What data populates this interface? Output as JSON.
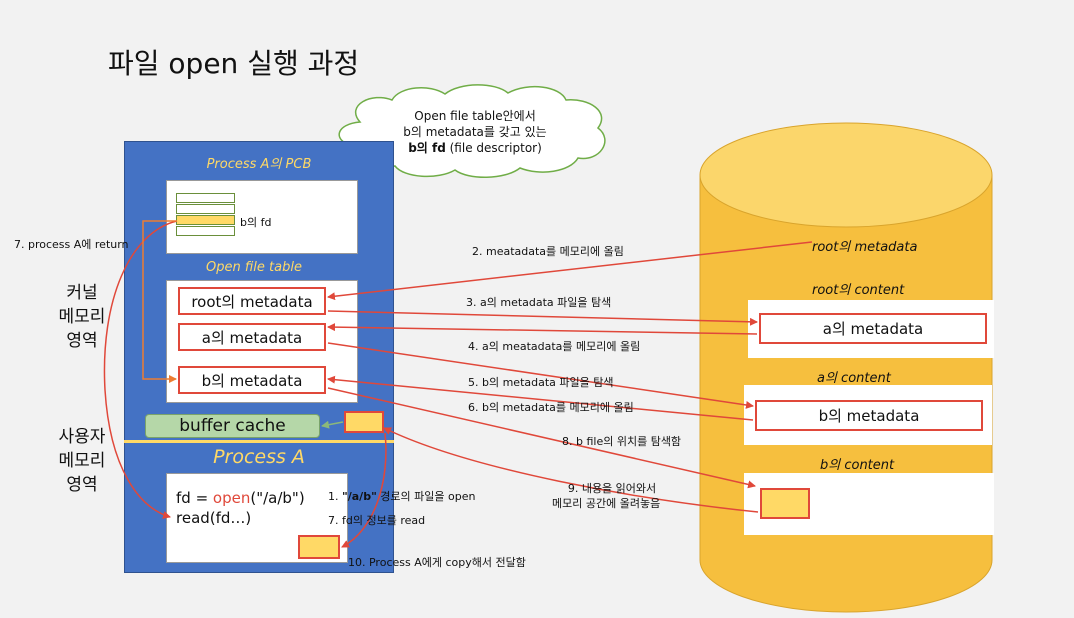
{
  "title": "파일 open 실행 과정",
  "cloud": {
    "line1": "Open file table안에서",
    "line2": "b의 metadata를 갖고 있는",
    "line3_bold": "b의 fd",
    "line3_rest": " (file descriptor)"
  },
  "pcb_label": "Process A의 PCB",
  "pcb_fd_label": "b의 fd",
  "open_file_table_label": "Open file table",
  "oft_entries": [
    "root의 metadata",
    "a의 metadata",
    "b의 metadata"
  ],
  "buffer_cache": "buffer cache",
  "process_label": "Process A",
  "code": {
    "line1_prefix": "fd = ",
    "line1_call": "open",
    "line1_args": "(\"/a/b\")",
    "line2": "read(fd…)"
  },
  "side_labels": {
    "kernel": [
      "커널",
      "메모리",
      "영역"
    ],
    "user": [
      "사용자",
      "메모리",
      "영역"
    ]
  },
  "disk": {
    "root_metadata": "root의 metadata",
    "root_content": "root의 content",
    "root_content_item": "a의 metadata",
    "a_content": "a의 content",
    "a_content_item": "b의 metadata",
    "b_content": "b의 content"
  },
  "steps": {
    "s1_bold": "\"/a/b\"",
    "s1_prefix": "1. ",
    "s1_rest": " 경로의 파일을 open",
    "s2": "2. meatadata를 메모리에 올림",
    "s3": "3. a의 metadata 파일을 탐색",
    "s4": "4. a의 meatadata를 메모리에 올림",
    "s5": "5. b의 metadata 파일을 탐색",
    "s6": "6. b의 metadata를 메모리에 올림",
    "s7a": "7. process A에 return",
    "s7b": "7. fd의 정보를 read",
    "s8": "8. b file의 위치를 탐색함",
    "s9_line1": "9. 내용을 읽어와서",
    "s9_line2": "메모리 공간에 올려놓음",
    "s10": "10. Process A에게 copy해서 전달함"
  },
  "colors": {
    "panel_blue": "#4472c4",
    "label_yellow": "#ffd966",
    "cylinder": "#f6bf3e",
    "cylinder_top": "#fbd66b",
    "arrow_red": "#e0483a",
    "arrow_orange": "#ed7d31",
    "cloud_green": "#70ad47",
    "buffer_green": "#b5d7a8"
  }
}
